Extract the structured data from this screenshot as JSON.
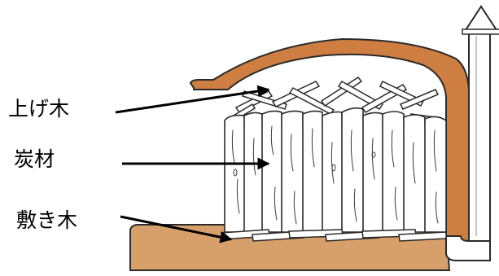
{
  "labels": {
    "top_wood": "上げ木",
    "charcoal_material": "炭材",
    "base_wood": "敷き木"
  },
  "colors": {
    "kiln_wall": "#cd7e40",
    "ground": "#d7a06b",
    "outline": "#2a2a2a",
    "logs": "#ffffff",
    "arrow": "#000000"
  }
}
